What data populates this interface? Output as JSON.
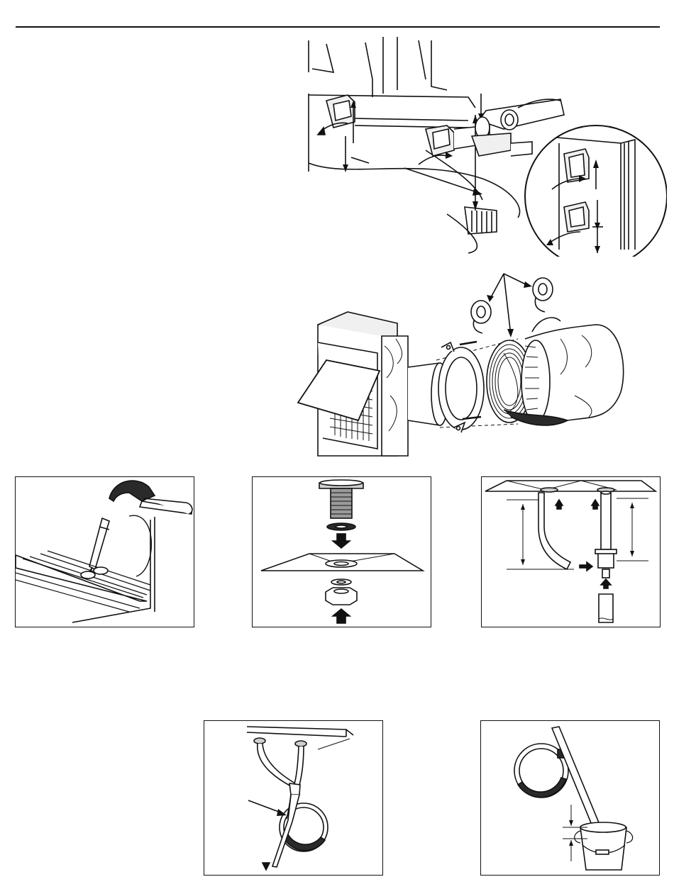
{
  "page": {
    "header_rule": true
  },
  "figures": [
    {
      "id": "fig-vent-mounting",
      "icon": "vent-hood-mounting-illustration"
    },
    {
      "id": "fig-vent-assembly",
      "icon": "exploded-vent-assembly-illustration"
    },
    {
      "id": "fig-hammer-punch",
      "icon": "hammer-punch-illustration"
    },
    {
      "id": "fig-drain-fitting",
      "icon": "drain-fitting-illustration"
    },
    {
      "id": "fig-drain-hose-tee",
      "icon": "drain-hose-tee-illustration"
    },
    {
      "id": "fig-hose-trap-loop",
      "icon": "hose-trap-loop-illustration"
    },
    {
      "id": "fig-hose-bucket",
      "icon": "hose-bucket-illustration"
    }
  ],
  "colors": {
    "line": "#111111",
    "fill_light": "#f0f0f0",
    "fill_mid": "#cfcfcf",
    "fill_dark": "#2a2a2a"
  }
}
